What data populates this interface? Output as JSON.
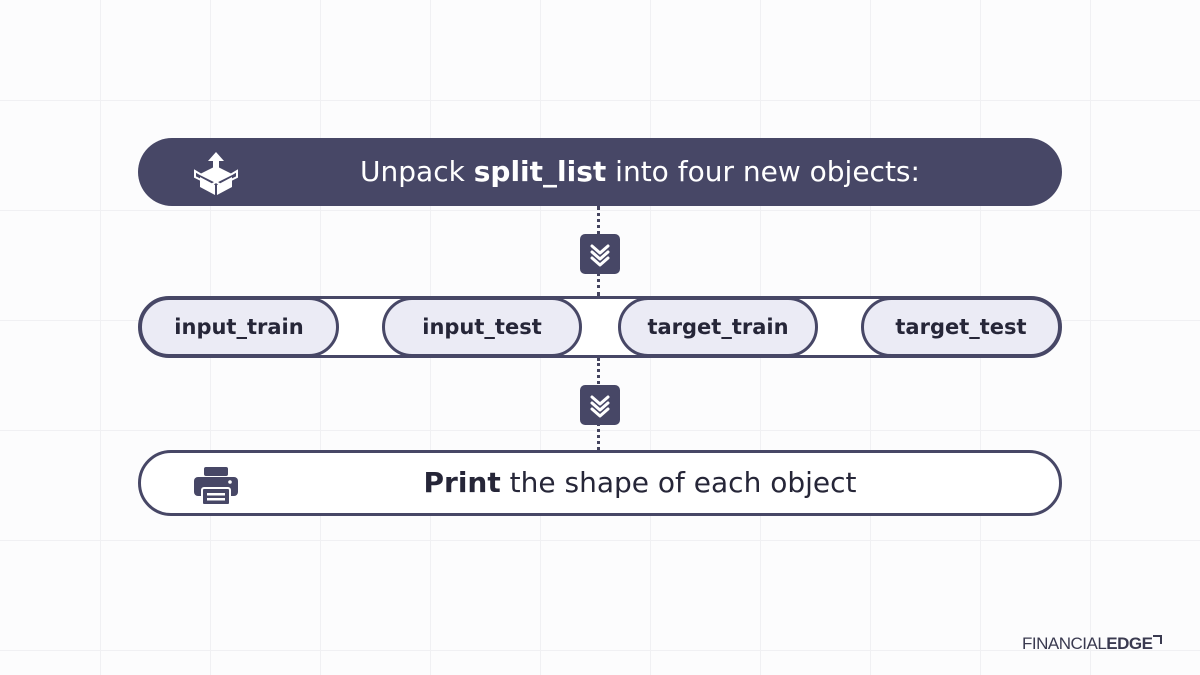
{
  "colors": {
    "dark": "#474766",
    "pill_fill": "#ebebf5",
    "text_dark": "#262638",
    "background": "#fcfcfd"
  },
  "step_unpack": {
    "icon": "unbox-upload-icon",
    "text_before": "Unpack ",
    "text_bold": "split_list",
    "text_after": " into four new objects:"
  },
  "objects": [
    "input_train",
    "input_test",
    "target_train",
    "target_test"
  ],
  "step_print": {
    "icon": "printer-icon",
    "text_bold": "Print",
    "text_after": " the shape of each object"
  },
  "connectors": {
    "icon": "chevron-double-down-icon"
  },
  "brand": {
    "part1": "FINANCIAL",
    "part2": "EDGE"
  }
}
